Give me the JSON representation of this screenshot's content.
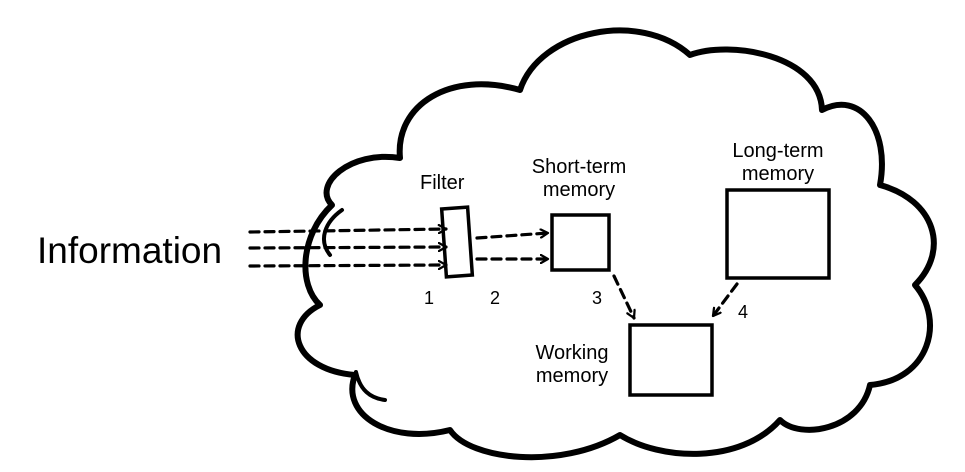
{
  "diagram": {
    "input_label": "Information",
    "filter_label": "Filter",
    "short_term_line1": "Short-term",
    "short_term_line2": "memory",
    "long_term_line1": "Long-term",
    "long_term_line2": "memory",
    "working_line1": "Working",
    "working_line2": "memory",
    "step_1": "1",
    "step_2": "2",
    "step_3": "3",
    "step_4": "4"
  },
  "colors": {
    "ink": "#000000",
    "background": "#ffffff"
  }
}
